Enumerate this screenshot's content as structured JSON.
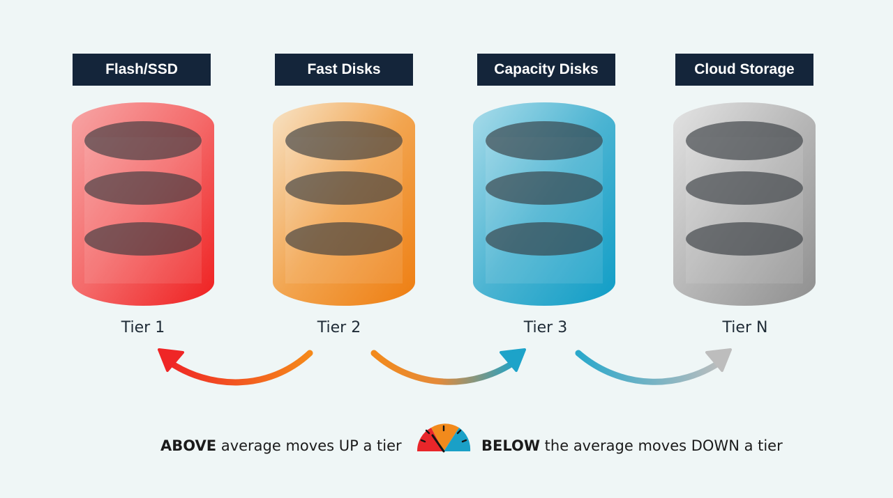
{
  "tiers": [
    {
      "title": "Flash/SSD",
      "label": "Tier 1",
      "color_light": "#f7a6a6",
      "color_mid": "#f46a6a",
      "color_dark": "#ef1f1f"
    },
    {
      "title": "Fast Disks",
      "label": "Tier 2",
      "color_light": "#f7e3c6",
      "color_mid": "#f2a550",
      "color_dark": "#ee7d10"
    },
    {
      "title": "Capacity Disks",
      "label": "Tier 3",
      "color_light": "#a9dcea",
      "color_mid": "#4cb4d2",
      "color_dark": "#0f9dc6"
    },
    {
      "title": "Cloud Storage",
      "label": "Tier N",
      "color_light": "#e3e3e3",
      "color_mid": "#b7b7b7",
      "color_dark": "#8f8f8f"
    }
  ],
  "legend": {
    "above_bold": "ABOVE",
    "above_rest": " average moves UP a tier",
    "below_bold": "BELOW",
    "below_rest": " the average moves DOWN a tier"
  },
  "icons": {
    "gauge": "speed-gauge-icon",
    "arrow": "curved-arrow-icon",
    "cylinder": "database-cylinder-icon"
  }
}
